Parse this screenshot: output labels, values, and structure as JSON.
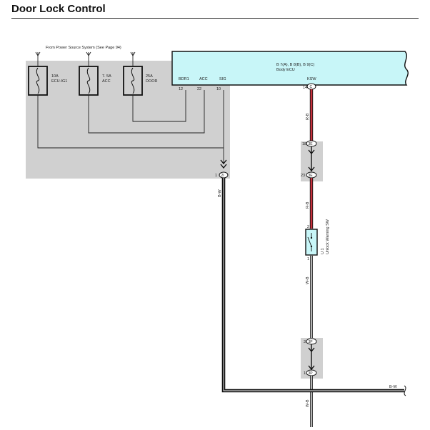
{
  "page": {
    "title": "Door Lock Control"
  },
  "source_note": "From Power Source System (See Page 94)",
  "fuses": [
    {
      "rating": "10A",
      "name": "ECU-IG1"
    },
    {
      "rating": "7. 5A",
      "name": "ACC"
    },
    {
      "rating": "25A",
      "name": "DOOR"
    }
  ],
  "ecu": {
    "line1": "B 7(A), B 8(B), B 9(C)",
    "line2": "Body ECU",
    "pins": [
      {
        "label": "BDR1",
        "number": "12"
      },
      {
        "label": "ACC",
        "number": "22"
      },
      {
        "label": "SIG",
        "number": "10"
      },
      {
        "label": "KSW",
        "number": "14"
      }
    ],
    "ksw_connector": "C"
  },
  "connectors": {
    "c2i": {
      "pin": "1",
      "id": "2I"
    },
    "c3e_a": {
      "pin": "18",
      "id": "3E"
    },
    "c3e_b": {
      "pin": "23",
      "id": "3E"
    },
    "c3p_a": {
      "pin": "3",
      "id": "3P"
    },
    "c3p_b": {
      "pin": "1",
      "id": "3P"
    }
  },
  "switch": {
    "id": "U 1",
    "name": "Unlock Warning SW",
    "pin_top": "2",
    "pin_bottom": "1"
  },
  "wires": {
    "rb_1": "R-B",
    "rb_2": "R-B",
    "bw_left": "B-W",
    "wb_1": "W-B",
    "wb_2": "W-B",
    "bw_right": "B-W"
  },
  "colors": {
    "ecu_fill": "#c8f6f8",
    "gray_area": "#d0d0d0",
    "red_wire": "#c8303c",
    "black_wire": "#111111",
    "gray_wire": "#b4b4b4"
  }
}
